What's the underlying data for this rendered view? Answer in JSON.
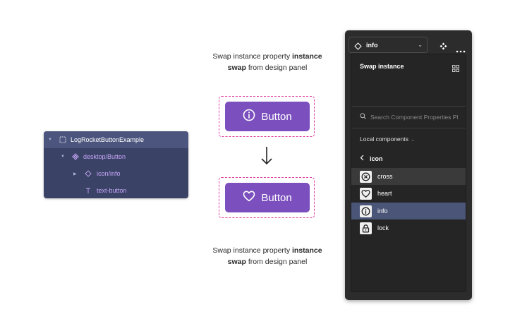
{
  "layers": {
    "root": "LogRocketButtonExample",
    "child": "desktop/Button",
    "icon_layer": "icon/info",
    "text_layer": "text-button"
  },
  "captions": {
    "top": {
      "pre": "Swap instance property ",
      "bold": "instance swap",
      "post": " from design panel"
    },
    "bottom": {
      "pre": "Swap instance property ",
      "bold": "instance swap",
      "post": " from design panel"
    }
  },
  "demo": {
    "button_top_label": "Button",
    "button_bottom_label": "Button",
    "top_icon": "info-icon",
    "bottom_icon": "heart-icon"
  },
  "panel": {
    "selected_value": "info",
    "title": "Swap instance",
    "search_placeholder": "Search Component Properties Pl",
    "section": "Local components",
    "back_label": "icon",
    "components": [
      {
        "label": "cross",
        "icon": "cross-circle-icon",
        "state": "hover"
      },
      {
        "label": "heart",
        "icon": "heart-icon",
        "state": "normal"
      },
      {
        "label": "info",
        "icon": "info-icon",
        "state": "selected"
      },
      {
        "label": "lock",
        "icon": "lock-icon",
        "state": "normal"
      }
    ]
  },
  "colors": {
    "button_purple": "#7b4fbe",
    "dashed_pink": "#e03fa2",
    "layers_bg": "#3a4266",
    "layers_selected": "#4b557d",
    "panel_bg": "#2c2c2c",
    "selected_row": "#4a5578"
  }
}
